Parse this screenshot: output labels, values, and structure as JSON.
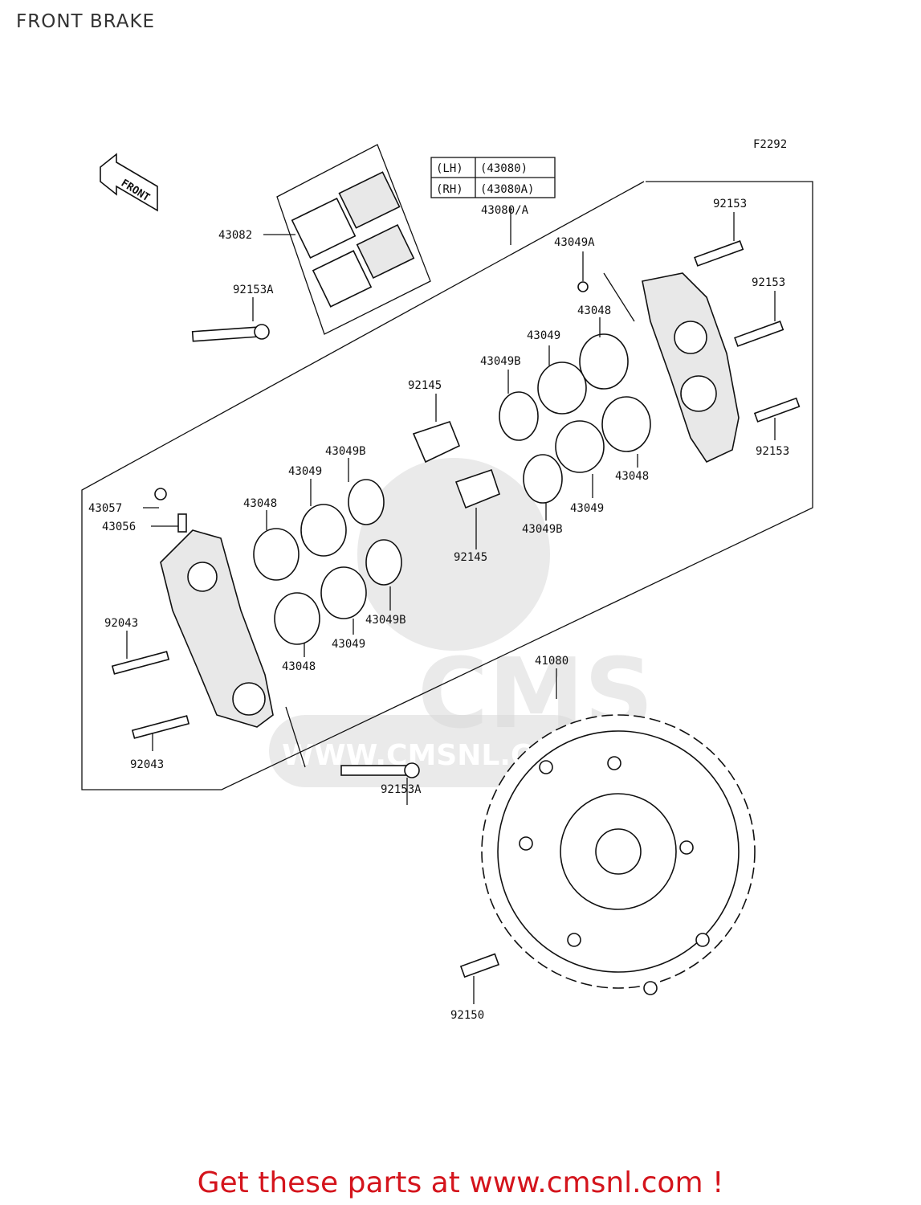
{
  "title": "FRONT BRAKE",
  "figure_code": "F2292",
  "front_marker": "FRONT",
  "watermark": {
    "big": "CMS",
    "url": "WWW.CMSNL.COM"
  },
  "table": {
    "rows": [
      {
        "side": "(LH)",
        "part": "(43080)"
      },
      {
        "side": "(RH)",
        "part": "(43080A)"
      }
    ]
  },
  "labels": {
    "p43082": "43082",
    "p43080a": "43080/A",
    "p43049a": "43049A",
    "p92153_top": "92153",
    "p92153_mid": "92153",
    "p92153_low": "92153",
    "p92153a_top": "92153A",
    "p92153a_bottom": "92153A",
    "p43048_r1": "43048",
    "p43049_r1": "43049",
    "p43049b_r1": "43049B",
    "p43048_r2": "43048",
    "p43049_r2": "43049",
    "p43049b_r2": "43049B",
    "p92145_top": "92145",
    "p92145_bottom": "92145",
    "p43049b_l1": "43049B",
    "p43049_l1": "43049",
    "p43048_l1": "43048",
    "p43057": "43057",
    "p43056": "43056",
    "p92043_top": "92043",
    "p92043_bottom": "92043",
    "p43049b_l2": "43049B",
    "p43049_l2": "43049",
    "p43048_l2": "43048",
    "p41080": "41080",
    "p92150": "92150"
  },
  "footer": "Get these parts at www.cmsnl.com !",
  "colors": {
    "footer": "#d4141c",
    "ink": "#111111",
    "watermark": "#d9d9d9"
  }
}
